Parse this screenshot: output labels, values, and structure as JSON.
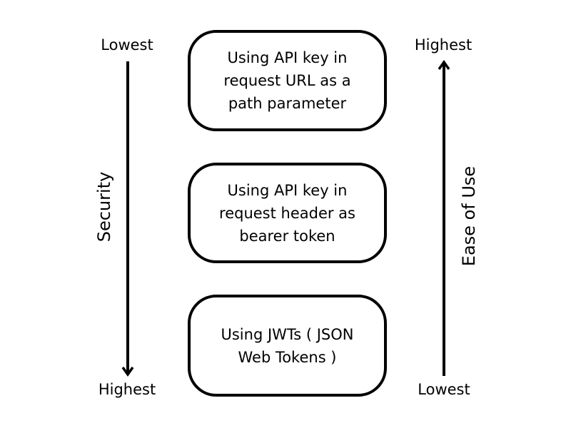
{
  "boxes": [
    {
      "text": "Using API key in request URL as a path parameter"
    },
    {
      "text": "Using API key in request header as bearer token"
    },
    {
      "text": "Using JWTs ( JSON Web Tokens )"
    }
  ],
  "left_axis": {
    "label": "Security",
    "top": "Lowest",
    "bottom": "Highest",
    "direction": "down"
  },
  "right_axis": {
    "label": "Ease of Use",
    "top": "Highest",
    "bottom": "Lowest",
    "direction": "up"
  }
}
